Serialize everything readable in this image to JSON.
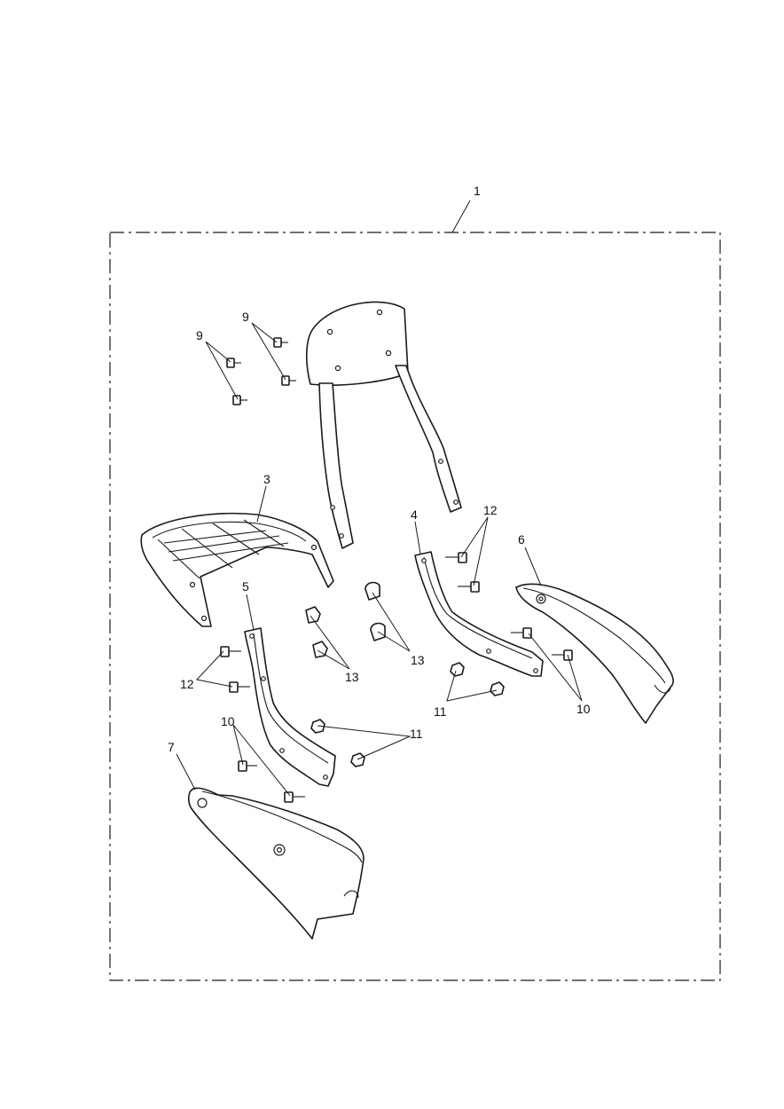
{
  "callouts": {
    "c1": "1",
    "c3": "3",
    "c4": "4",
    "c5": "5",
    "c6": "6",
    "c7": "7",
    "c9a": "9",
    "c9b": "9",
    "c10a": "10",
    "c10b": "10",
    "c11a": "11",
    "c11b": "11",
    "c12a": "12",
    "c12b": "12",
    "c13a": "13",
    "c13b": "13"
  }
}
